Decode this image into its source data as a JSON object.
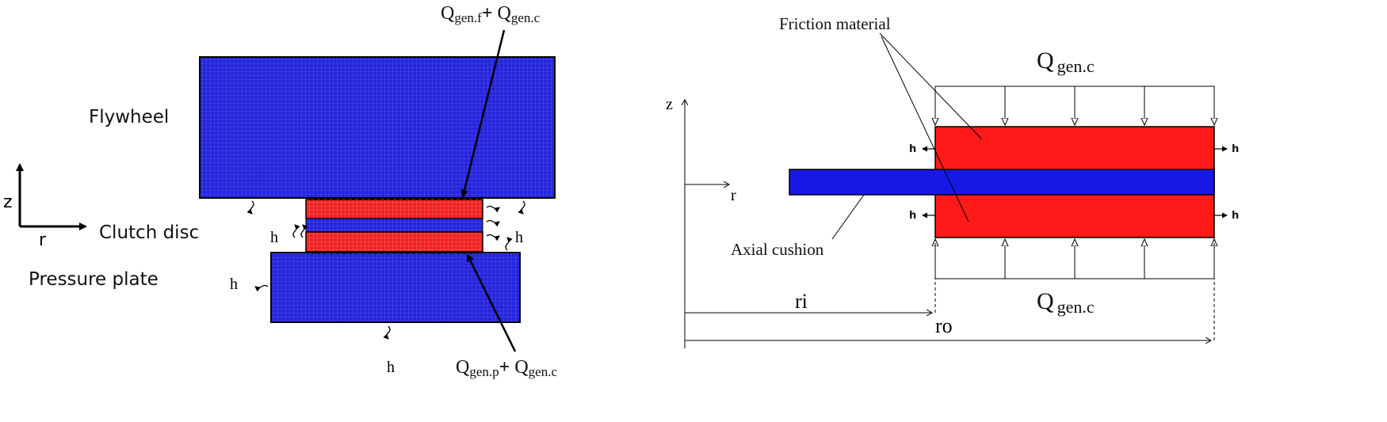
{
  "left": {
    "labels": {
      "flywheel": "Flywheel",
      "clutch_disc": "Clutch disc",
      "pressure_plate": "Pressure plate",
      "axis_z": "z",
      "axis_r": "r"
    },
    "heat_top": {
      "q1": "Q",
      "s1": "gen.f",
      "plus": "+ ",
      "q2": "Q",
      "s2": "gen.c"
    },
    "heat_bottom": {
      "q1": "Q",
      "s1": "gen.p",
      "plus": "+ ",
      "q2": "Q",
      "s2": "gen.c"
    },
    "convection_label": "h",
    "colors": {
      "steel": "#2424d8",
      "friction": "#ee2222",
      "mesh": "#5a5aff"
    }
  },
  "right": {
    "labels": {
      "friction_material": "Friction material",
      "axial_cushion": "Axial cushion",
      "axis_z": "z",
      "axis_r": "r",
      "ri": "ri",
      "ro": "ro"
    },
    "heat_top": {
      "q": "Q",
      "sub": "gen.c"
    },
    "heat_bottom": {
      "q": "Q",
      "sub": "gen.c"
    },
    "convection_label": "h",
    "colors": {
      "friction": "#ff1a1a",
      "cushion": "#1818e6"
    }
  }
}
